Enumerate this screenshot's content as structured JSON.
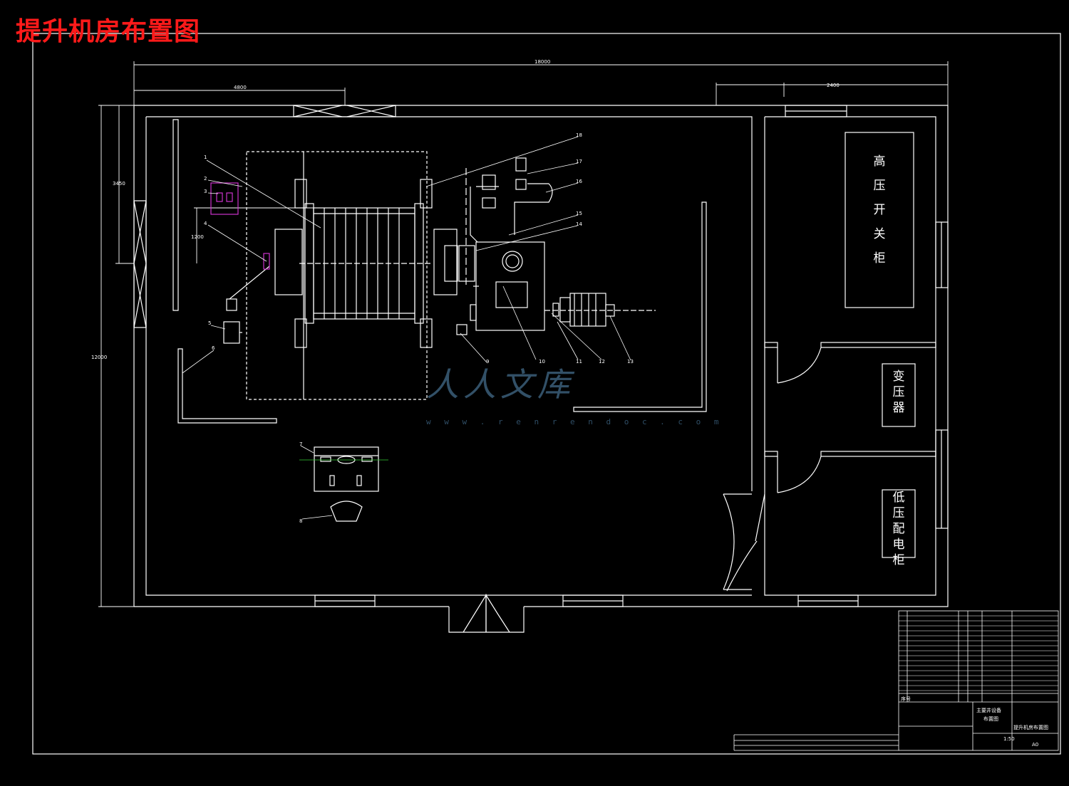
{
  "drawing": {
    "title": "提升机房布置图",
    "dimensions": {
      "total_width": "18000",
      "left_width": "4800",
      "right_width": "2400",
      "total_height": "12000",
      "upper_height": "3450",
      "offset": "1200"
    },
    "rooms": {
      "high_voltage": [
        "高",
        "压",
        "开",
        "关",
        "柜"
      ],
      "transformer": [
        "变",
        "压",
        "器"
      ],
      "low_voltage": [
        "低",
        "压",
        "配",
        "电",
        "柜"
      ]
    },
    "part_numbers": [
      "1",
      "2",
      "3",
      "4",
      "5",
      "6",
      "7",
      "8",
      "9",
      "10",
      "11",
      "12",
      "13",
      "14",
      "15",
      "16",
      "17",
      "18"
    ],
    "watermark": {
      "text": "人人文库",
      "url": "w w w . r e n r e n d o c . c o m"
    },
    "title_block": {
      "drawing_name_main": "主要井设备",
      "drawing_name_sub": "布置图",
      "drawing_title": "提升机房布置图",
      "scale": "1:50",
      "sheet": "A0",
      "header_no": "序号"
    }
  },
  "colors": {
    "background": "#000000",
    "lines": "#ffffff",
    "title": "#ff1a1a",
    "highlight": "#cc33cc",
    "watermark": "#3b5f7a"
  }
}
